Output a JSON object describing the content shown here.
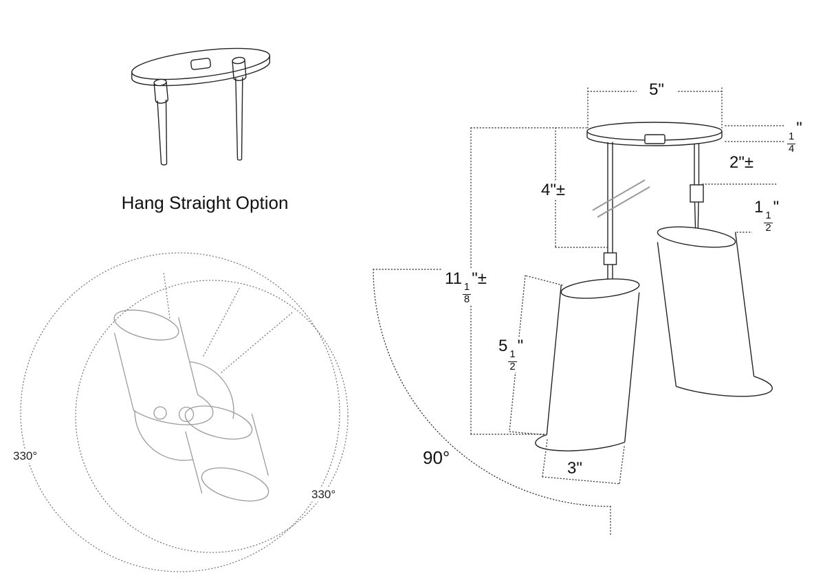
{
  "title": "Light fixture dimensional diagram",
  "colors": {
    "background": "#ffffff",
    "main_line": "#222222",
    "secondary_line": "#9a9a9a",
    "dotted_line": "#3c3c3c",
    "text": "#111111"
  },
  "hang_straight_view": {
    "caption": "Hang Straight Option"
  },
  "rotation_view": {
    "rotation_left_label": "330°",
    "rotation_right_label": "330°"
  },
  "dimension_view": {
    "canopy_width": {
      "text": "5\""
    },
    "canopy_thickness": {
      "num": "1",
      "den": "4",
      "suffix": "\""
    },
    "upper_stem_length": {
      "text": "2\"±"
    },
    "socket_length": {
      "whole": "1",
      "num": "1",
      "den": "2",
      "suffix": "\""
    },
    "left_stem_length": {
      "text": "4\"±"
    },
    "overall_height": {
      "whole": "11",
      "num": "1",
      "den": "8",
      "suffix": "\"±"
    },
    "cylinder_length": {
      "whole": "5",
      "num": "1",
      "den": "2",
      "suffix": "\""
    },
    "cylinder_diameter": {
      "text": "3\""
    },
    "tilt_angle_label": "90°"
  }
}
